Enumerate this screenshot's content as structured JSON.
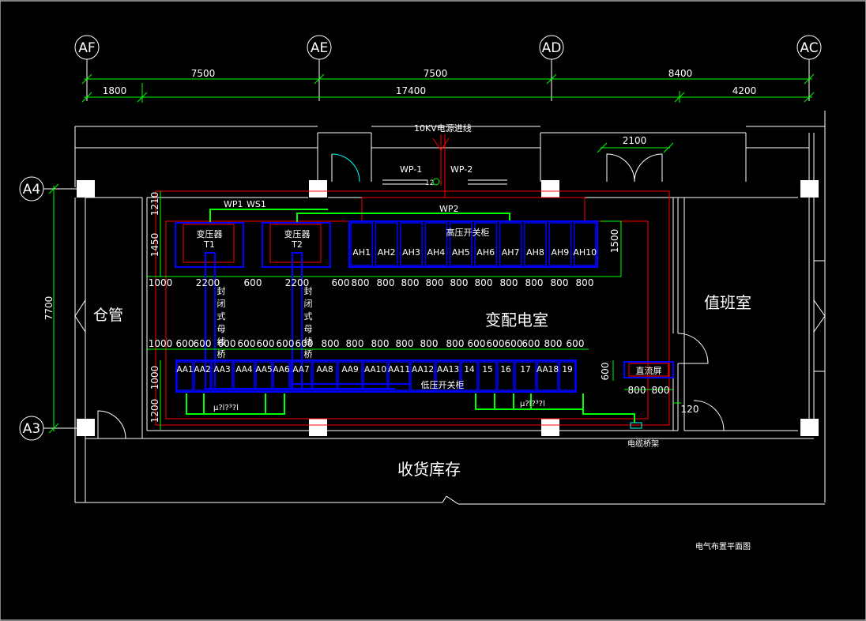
{
  "axes": {
    "columns": [
      "AF",
      "AE",
      "AD",
      "AC"
    ],
    "rows": [
      "A4",
      "A3"
    ]
  },
  "dimensions": {
    "top_row1": [
      "7500",
      "7500",
      "8400"
    ],
    "top_row2": [
      "1800",
      "17400",
      "4200"
    ],
    "left_height": "7700",
    "door_width": "2100",
    "transformer_block": [
      "1210",
      "1450",
      "1000",
      "2200",
      "600",
      "2200",
      "600",
      "800",
      "800",
      "800",
      "800",
      "800",
      "800",
      "800",
      "800",
      "800",
      "800",
      "1500"
    ],
    "low_row": [
      "1000",
      "600",
      "600",
      "600",
      "600",
      "600",
      "600",
      "600",
      "800",
      "800",
      "800",
      "800",
      "800",
      "800",
      "600",
      "600",
      "600",
      "600",
      "800",
      "600"
    ],
    "low_left": [
      "1000",
      "1200"
    ],
    "dc_dims": [
      "600",
      "800",
      "800",
      "120"
    ]
  },
  "labels": {
    "incoming": "10KV电源进线",
    "wp_1": "WP-1",
    "wp_2": "WP-2",
    "wp1": "WP1",
    "ws1": "WS1",
    "wp2": "WP2",
    "small_label": "12",
    "transformer_t1": [
      "变压器",
      "T1"
    ],
    "transformer_t2": [
      "变压器",
      "T2"
    ],
    "hv_title": "高压开关柜",
    "hv_cabinets": [
      "AH1",
      "AH2",
      "AH3",
      "AH4",
      "AH5",
      "AH6",
      "AH7",
      "AH8",
      "AH9",
      "AH10"
    ],
    "busbar_chars": [
      "封",
      "闭",
      "式",
      "母",
      "线",
      "桥"
    ],
    "lv_title": "低压开关柜",
    "lv_cabinets": [
      "AA1",
      "AA2",
      "AA3",
      "AA4",
      "AA5",
      "AA6",
      "AA7",
      "AA8",
      "AA9",
      "AA10",
      "AA11",
      "AA12",
      "AA13",
      "14",
      "15",
      "16",
      "17",
      "AA18",
      "19"
    ],
    "dc_panel": "直流屏",
    "garbled1": "μ?l?³?l",
    "garbled2": "μ?l?³?l",
    "cable_tray": "电缆桥架",
    "room_main": "变配电室",
    "room_store": "仓管",
    "room_duty": "值班室",
    "room_receive": "收货库存",
    "drawing_title": "电气布置平面图"
  },
  "colors": {
    "wall": "#ffffff",
    "dimension": "#00ff00",
    "cabinet": "#0000ff",
    "boundary": "#ff0000",
    "busbar": "#0000ff",
    "cable": "#00ff00"
  }
}
